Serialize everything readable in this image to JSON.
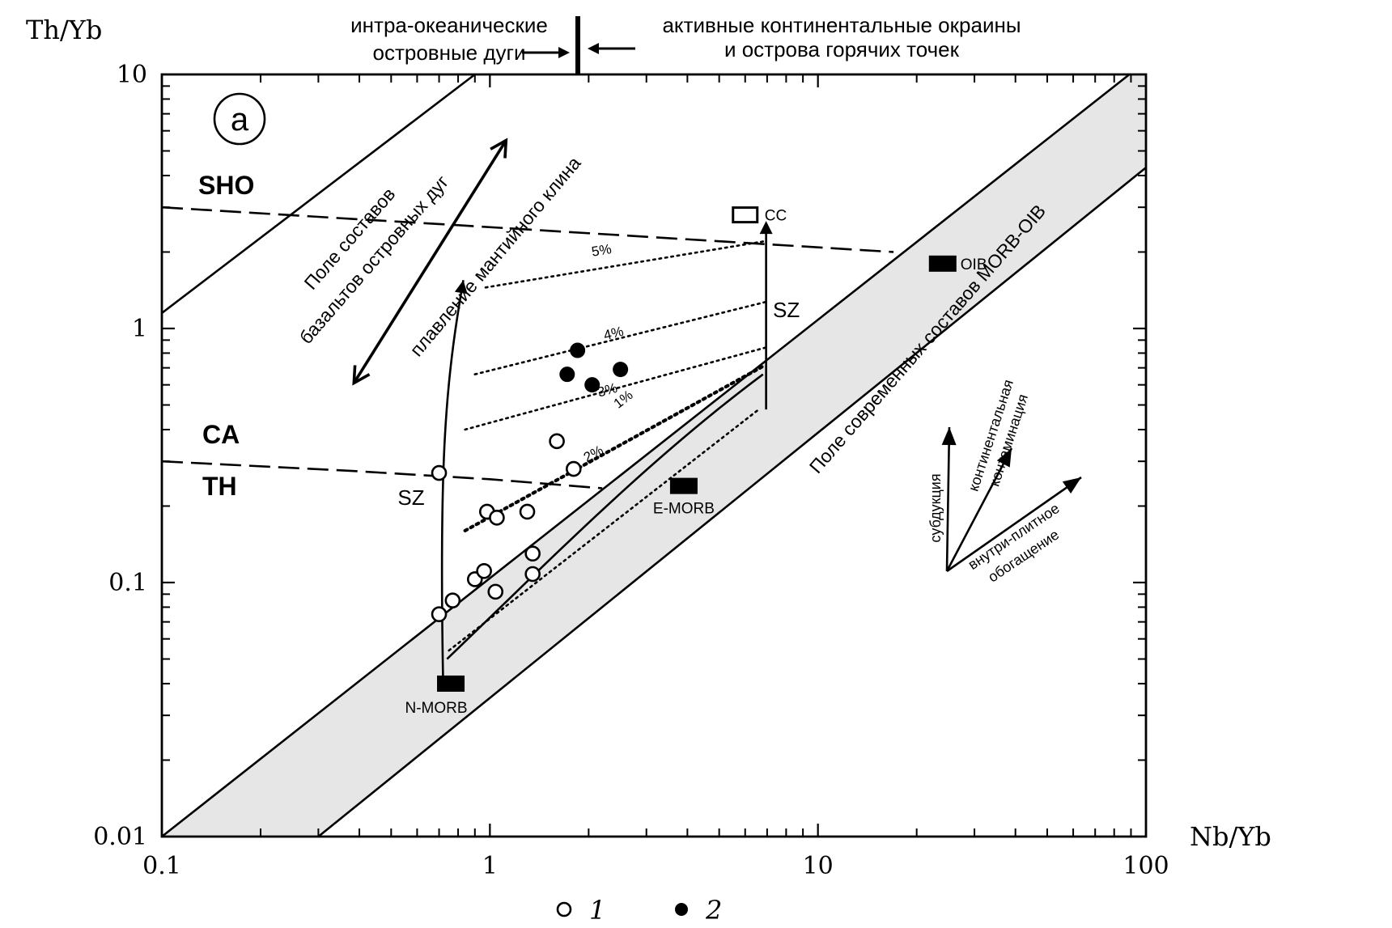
{
  "chart_data": {
    "type": "scatter",
    "label": "a",
    "xlabel": "Nb/Yb",
    "ylabel": "Th/Yb",
    "xscale": "log",
    "yscale": "log",
    "xlim": [
      0.1,
      100
    ],
    "ylim": [
      0.01,
      10
    ],
    "x_tick_labels": [
      "0.1",
      "1",
      "10",
      "100"
    ],
    "y_tick_labels": [
      "0.01",
      "0.1",
      "1",
      "10"
    ],
    "header_left": [
      "интра-океанические",
      "островные дуги"
    ],
    "header_right": [
      "активные континентальные окраины",
      "и острова горячих точек"
    ],
    "field_labels": {
      "sho": "SHO",
      "ca": "CA",
      "th": "TH",
      "arc_field": [
        "Поле составов",
        "базальтов островных дуг"
      ],
      "mantle_melting": "плавление мантийного клина",
      "morb_oib_array": "Поле современных составов MORB-OIB",
      "sz_left": "SZ",
      "sz_right": "SZ"
    },
    "boundaries": {
      "sho_ca": [
        [
          0.1,
          3.0
        ],
        [
          0.38,
          2.7
        ],
        [
          0.8,
          2.55
        ],
        [
          17,
          2.0
        ]
      ],
      "ca_th": [
        [
          0.1,
          0.3
        ],
        [
          0.38,
          0.275
        ],
        [
          1,
          0.255
        ],
        [
          2.2,
          0.235
        ]
      ],
      "arc_upper_line": [
        [
          0.1,
          1.15
        ],
        [
          0.9,
          10
        ]
      ],
      "array_upper": [
        [
          0.1,
          0.01
        ],
        [
          89,
          10
        ]
      ],
      "array_lower": [
        [
          0.3,
          0.01
        ],
        [
          100,
          4.3
        ]
      ]
    },
    "percent_lines": [
      {
        "label": "1%",
        "from": [
          0.75,
          0.054
        ],
        "to": [
          6.6,
          0.48
        ]
      },
      {
        "label": "2%",
        "from": [
          0.84,
          0.16
        ],
        "to": [
          6.8,
          0.71
        ]
      },
      {
        "label": "3%",
        "from": [
          0.84,
          0.4
        ],
        "to": [
          6.9,
          0.84
        ]
      },
      {
        "label": "4%",
        "from": [
          0.9,
          0.66
        ],
        "to": [
          6.9,
          1.27
        ]
      },
      {
        "label": "5%",
        "from": [
          0.97,
          1.45
        ],
        "to": [
          6.8,
          2.2
        ]
      }
    ],
    "reference_points": [
      {
        "name": "N-MORB",
        "x": 0.76,
        "y": 0.04
      },
      {
        "name": "E-MORB",
        "x": 3.9,
        "y": 0.24
      },
      {
        "name": "OIB",
        "x": 24,
        "y": 1.8
      },
      {
        "name": "CC",
        "x": 6.0,
        "y": 2.8
      }
    ],
    "series": [
      {
        "name": "1",
        "marker": "open-circle",
        "x": [
          0.7,
          0.77,
          0.7,
          0.9,
          0.96,
          1.04,
          0.98,
          1.05,
          1.3,
          1.35,
          1.35,
          1.6,
          1.8
        ],
        "y": [
          0.075,
          0.085,
          0.27,
          0.103,
          0.111,
          0.092,
          0.19,
          0.18,
          0.19,
          0.13,
          0.108,
          0.36,
          0.28
        ]
      },
      {
        "name": "2",
        "marker": "filled-circle",
        "x": [
          1.85,
          1.72,
          2.05,
          2.5
        ],
        "y": [
          0.82,
          0.66,
          0.6,
          0.69
        ]
      }
    ],
    "vector_inset": {
      "labels": [
        "субдукция",
        "континентальная контаминация",
        "внутри-плитное обогащение"
      ],
      "label_lines": {
        "continental": [
          "континентальная",
          "контаминация"
        ],
        "intraplate": [
          "внутри-плитное",
          "обогащение"
        ]
      }
    },
    "legend": {
      "placement": "bottom-center",
      "items": [
        {
          "marker": "open-circle",
          "label": "1"
        },
        {
          "marker": "filled-circle",
          "label": "2"
        }
      ]
    },
    "array_fill_color": "#e6e6e6"
  }
}
